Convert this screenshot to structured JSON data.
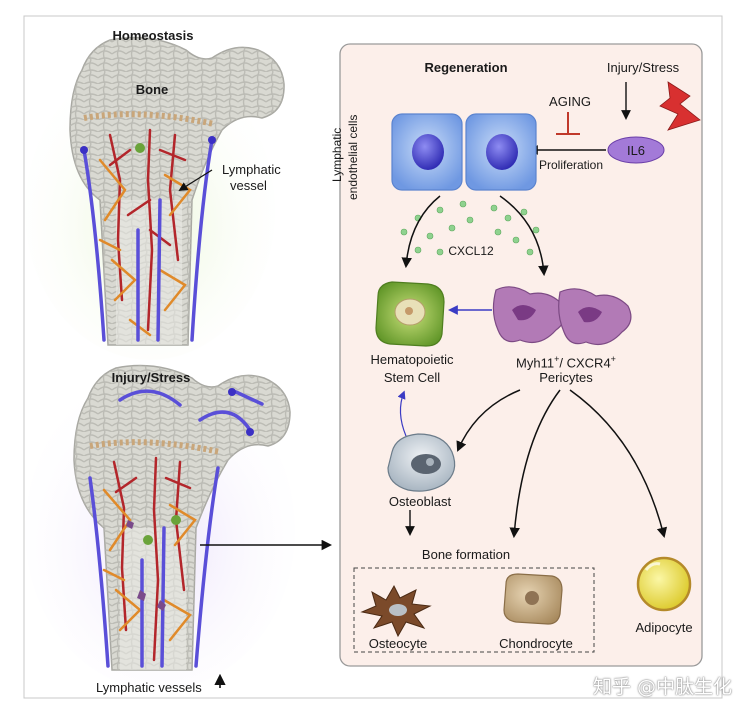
{
  "labels": {
    "homeostasis": "Homeostasis",
    "bone": "Bone",
    "lymphatic_vessel_1": "Lymphatic",
    "lymphatic_vessel_2": "vessel",
    "injury_stress_left": "Injury/Stress",
    "lymphatic_vessels_up": "Lymphatic vessels",
    "regeneration": "Regeneration",
    "injury_stress_right": "Injury/Stress",
    "aging": "AGING",
    "il6": "IL6",
    "proliferation": "Proliferation",
    "lec_1": "Lymphatic",
    "lec_2": "endothelial cells",
    "cxcl12": "CXCL12",
    "hsc_1": "Hematopoietic",
    "hsc_2": "Stem Cell",
    "pericyte_name": "Myh11",
    "pericyte_sep": "/ CXCR4",
    "pericyte_sup": "+",
    "pericytes": "Pericytes",
    "osteoblast": "Osteoblast",
    "bone_formation": "Bone formation",
    "osteocyte": "Osteocyte",
    "chondrocyte": "Chondrocyte",
    "adipocyte": "Adipocyte",
    "watermark": "知乎 @中肽生化"
  },
  "colors": {
    "panel_fill": "#fcefea",
    "panel_border": "#9a9a9a",
    "bone_fill": "#dcdcd6",
    "lymphatic": "#5a4fd8",
    "artery": "#b3262b",
    "vein_orange": "#e08a2a",
    "lec_blue": "#7aa6e8",
    "nucleus": "#3a3acb",
    "hsc_green": "#8cb83a",
    "pericyte_purple": "#b27ab6",
    "il6_purple": "#a37ad8",
    "cxcl12_dot": "#8fd28f",
    "lightning_red": "#d83030",
    "chondrocyte_tan": "#c9ad86",
    "adipocyte_yellow": "#f1e64a",
    "osteocyte_brown": "#7b4a2a"
  }
}
